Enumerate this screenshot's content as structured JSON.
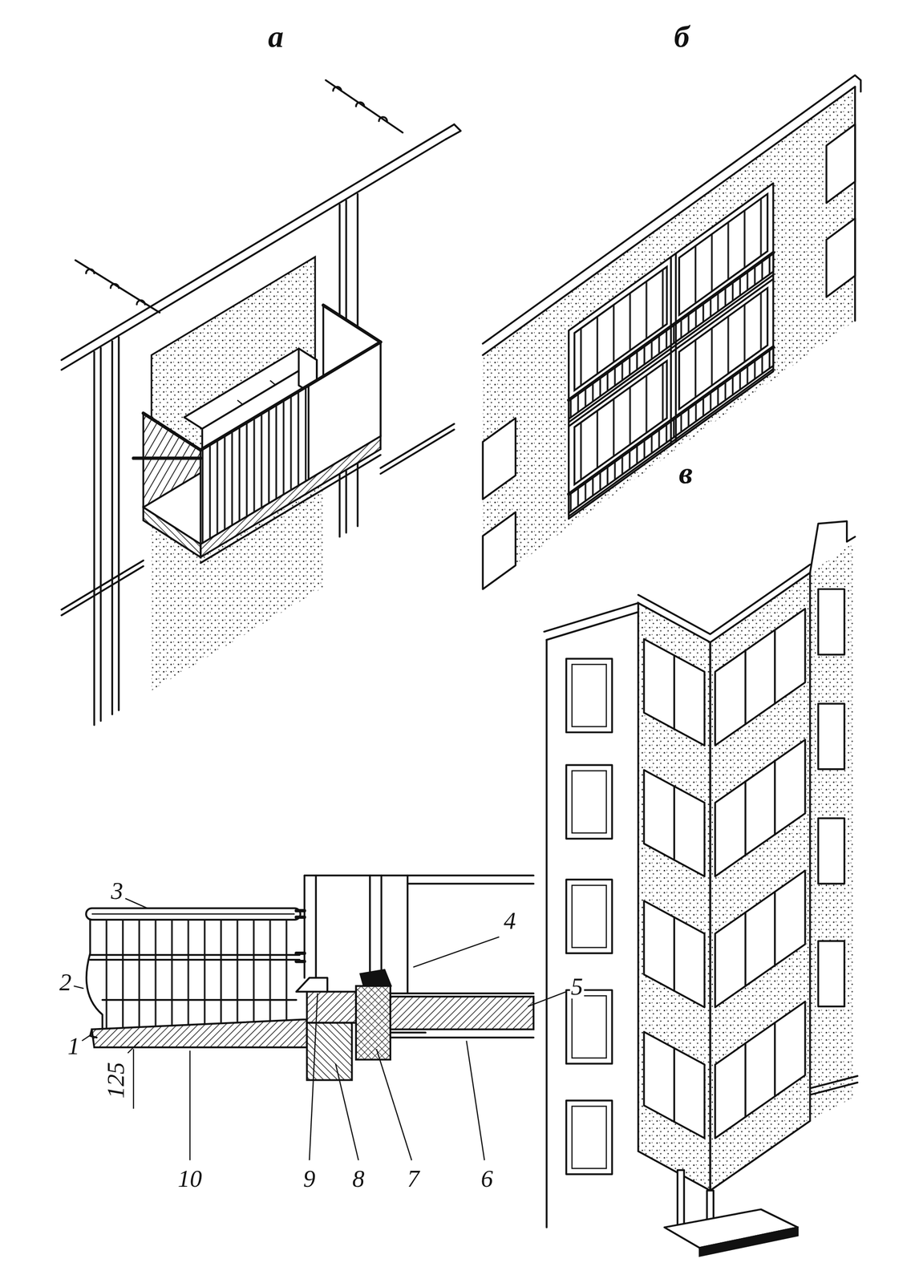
{
  "diagram": {
    "labels": [
      "а",
      "б",
      "в",
      "3",
      "4",
      "2",
      "5",
      "1",
      "125",
      "10",
      "9",
      "8",
      "7",
      "6"
    ]
  }
}
